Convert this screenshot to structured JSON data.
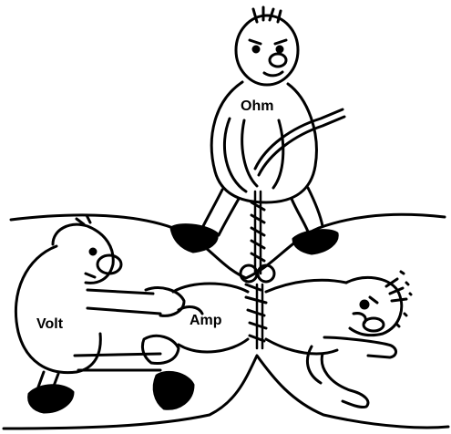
{
  "labels": {
    "ohm": "Ohm",
    "volt": "Volt",
    "amp": "Amp"
  },
  "colors": {
    "ink": "#000000",
    "paper": "#ffffff"
  }
}
